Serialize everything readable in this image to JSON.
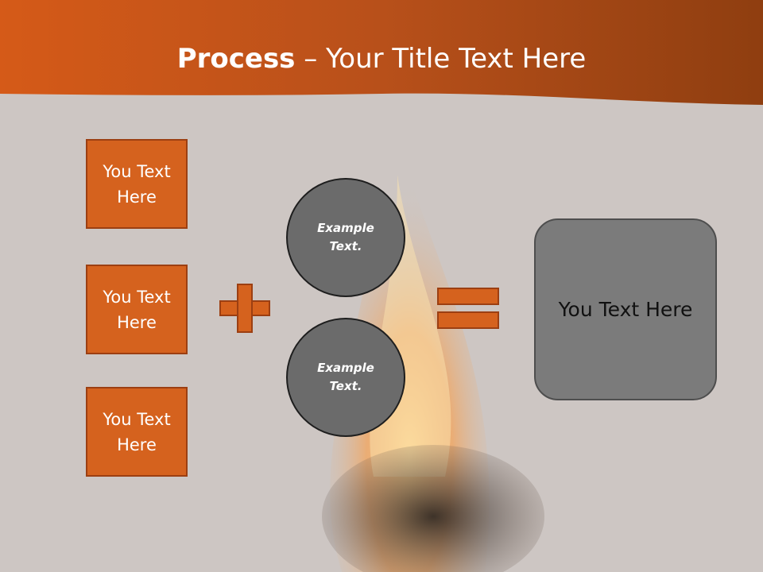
{
  "header": {
    "title_bold": "Process",
    "title_rest": " – Your Title Text Here"
  },
  "left_boxes": [
    {
      "label": "You Text\nHere"
    },
    {
      "label": "You Text\nHere"
    },
    {
      "label": "You Text\nHere"
    }
  ],
  "circles": [
    {
      "label": "Example Text."
    },
    {
      "label": "Example Text."
    }
  ],
  "operators": {
    "plus": "plus-icon",
    "equals": "equals-icon"
  },
  "result_box": {
    "label": "You Text Here"
  },
  "colors": {
    "accent": "#d5621e",
    "accent_border": "#9c3f12",
    "circle_fill": "#6b6b6b",
    "result_fill": "#7b7b7b",
    "background": "#cdc6c3"
  }
}
